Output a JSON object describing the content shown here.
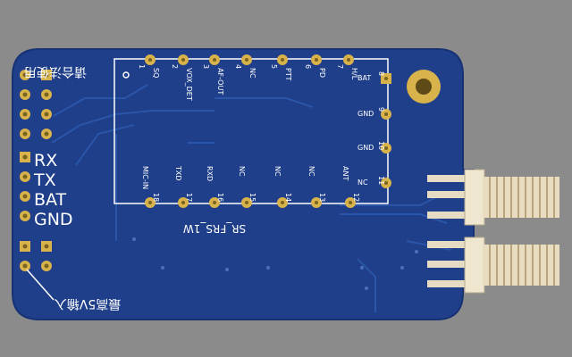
{
  "board": {
    "module_name": "SR_FRS_1W",
    "note_top": "请合法使用",
    "note_bottom": "最高5V输入",
    "left_labels": [
      "RX",
      "TX",
      "BAT",
      "GND"
    ]
  },
  "pins_top": [
    {
      "num": "1",
      "name": "SQ"
    },
    {
      "num": "2",
      "name": "VOX_DET"
    },
    {
      "num": "3",
      "name": "AF-OUT"
    },
    {
      "num": "4",
      "name": "NC"
    },
    {
      "num": "5",
      "name": "PTT"
    },
    {
      "num": "6",
      "name": "PD"
    },
    {
      "num": "7",
      "name": "H/L"
    }
  ],
  "pins_right": [
    {
      "num": "8",
      "name": "BAT"
    },
    {
      "num": "9",
      "name": "GND"
    },
    {
      "num": "10",
      "name": "GND"
    },
    {
      "num": "11",
      "name": "NC"
    }
  ],
  "pins_bottom": [
    {
      "num": "18",
      "name": "MIC-IN"
    },
    {
      "num": "17",
      "name": "TXD"
    },
    {
      "num": "16",
      "name": "RXD"
    },
    {
      "num": "15",
      "name": "NC"
    },
    {
      "num": "14",
      "name": "NC"
    },
    {
      "num": "13",
      "name": "NC"
    },
    {
      "num": "12",
      "name": "ANT"
    }
  ],
  "colors": {
    "background": "#8b8b8b",
    "pcb": "#1f3f8a",
    "trace": "#2a55a8",
    "pad_gold": "#d8b24a",
    "silkscreen": "#ffffff",
    "connector_metal": "#e6dcc4"
  }
}
